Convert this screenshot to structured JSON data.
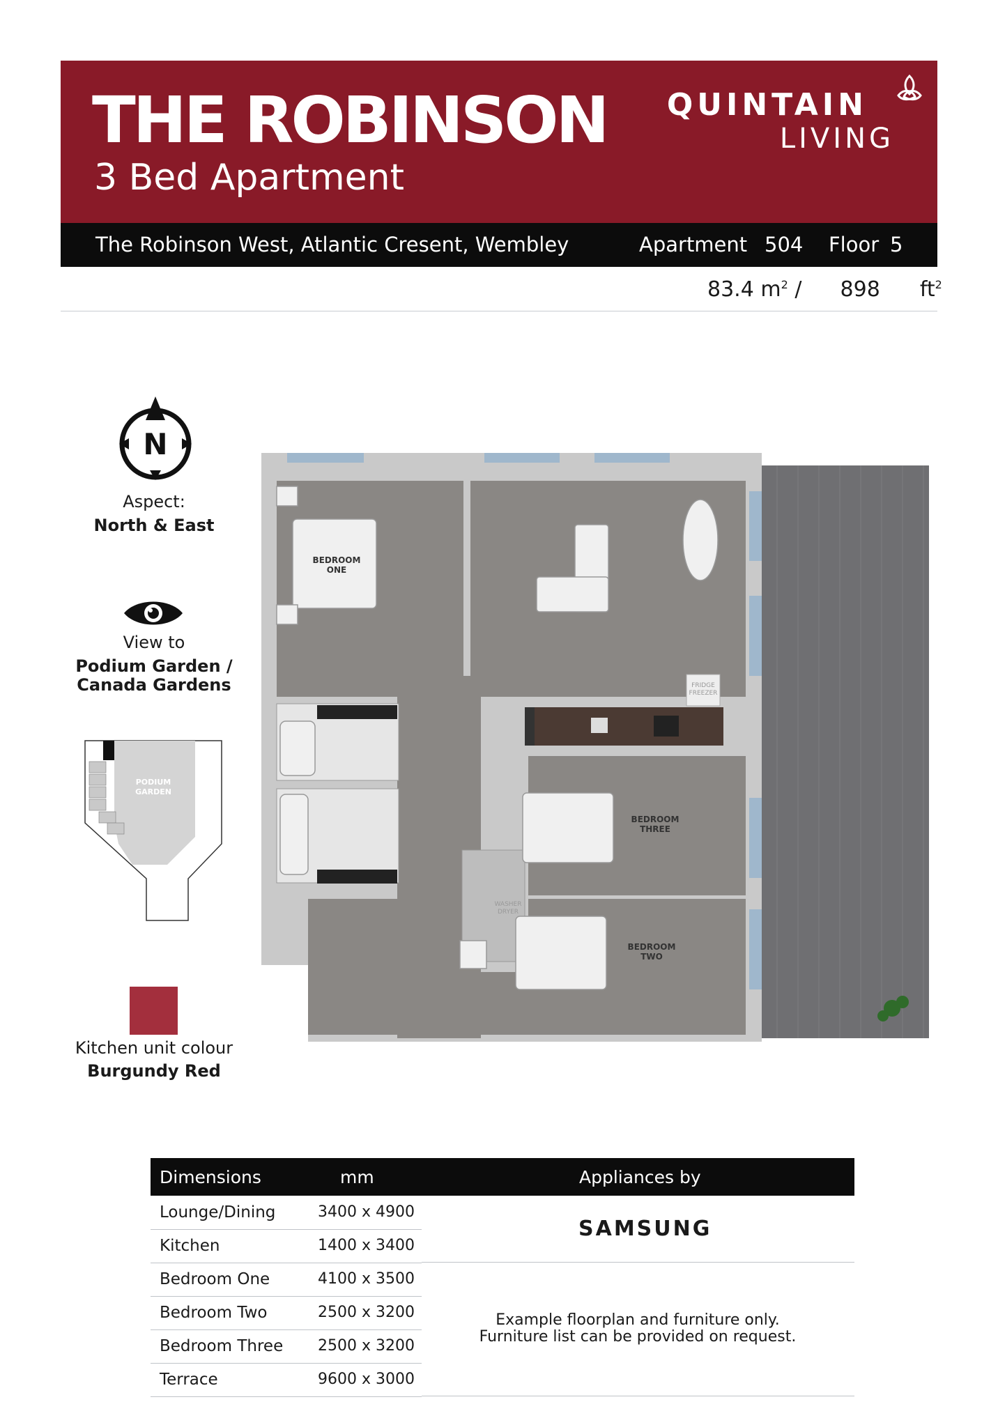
{
  "header": {
    "title": "THE ROBINSON",
    "subtitle": "3 Bed Apartment",
    "brand_line1": "QUINTAIN",
    "brand_line2": "LIVING",
    "address": "The Robinson West, Atlantic Cresent, Wembley",
    "apartment_label": "Apartment",
    "apartment_number": "504",
    "floor_label": "Floor",
    "floor_number": "5",
    "area_m2": "83.4",
    "area_m2_unit": "m",
    "area_sep": "/",
    "area_ft2": "898",
    "area_ft2_unit": "ft",
    "sq_mark": "2"
  },
  "colors": {
    "brand_red": "#891a28",
    "swatch": "#a32f3d",
    "bar_black": "#0c0c0c"
  },
  "aspect": {
    "compass_letter": "N",
    "label": "Aspect:",
    "value": "North & East"
  },
  "view": {
    "label": "View to",
    "value_line1": "Podium Garden /",
    "value_line2": "Canada Gardens"
  },
  "site_plan": {
    "label_line1": "PODIUM",
    "label_line2": "GARDEN"
  },
  "kitchen": {
    "label": "Kitchen unit colour",
    "value": "Burgundy Red"
  },
  "floorplan": {
    "rooms": {
      "bedroom_one": [
        "BEDROOM",
        "ONE"
      ],
      "bedroom_two": [
        "BEDROOM",
        "TWO"
      ],
      "bedroom_three": [
        "BEDROOM",
        "THREE"
      ],
      "fridge": [
        "FRIDGE",
        "FREEZER"
      ],
      "washer": [
        "WASHER",
        "DRYER"
      ]
    }
  },
  "table": {
    "header_dimensions": "Dimensions",
    "header_unit": "mm",
    "header_appliances": "Appliances by",
    "rows": [
      {
        "name": "Lounge/Dining",
        "value": "3400 x 4900"
      },
      {
        "name": "Kitchen",
        "value": "1400 x 3400"
      },
      {
        "name": "Bedroom One",
        "value": "4100 x 3500"
      },
      {
        "name": "Bedroom Two",
        "value": "2500 x 3200"
      },
      {
        "name": "Bedroom Three",
        "value": "2500 x 3200"
      },
      {
        "name": "Terrace",
        "value": "9600 x 3000"
      }
    ],
    "appliance_brand": "SAMSUNG",
    "note_line1": "Example floorplan and furniture only.",
    "note_line2": "Furniture list can be provided on request."
  }
}
